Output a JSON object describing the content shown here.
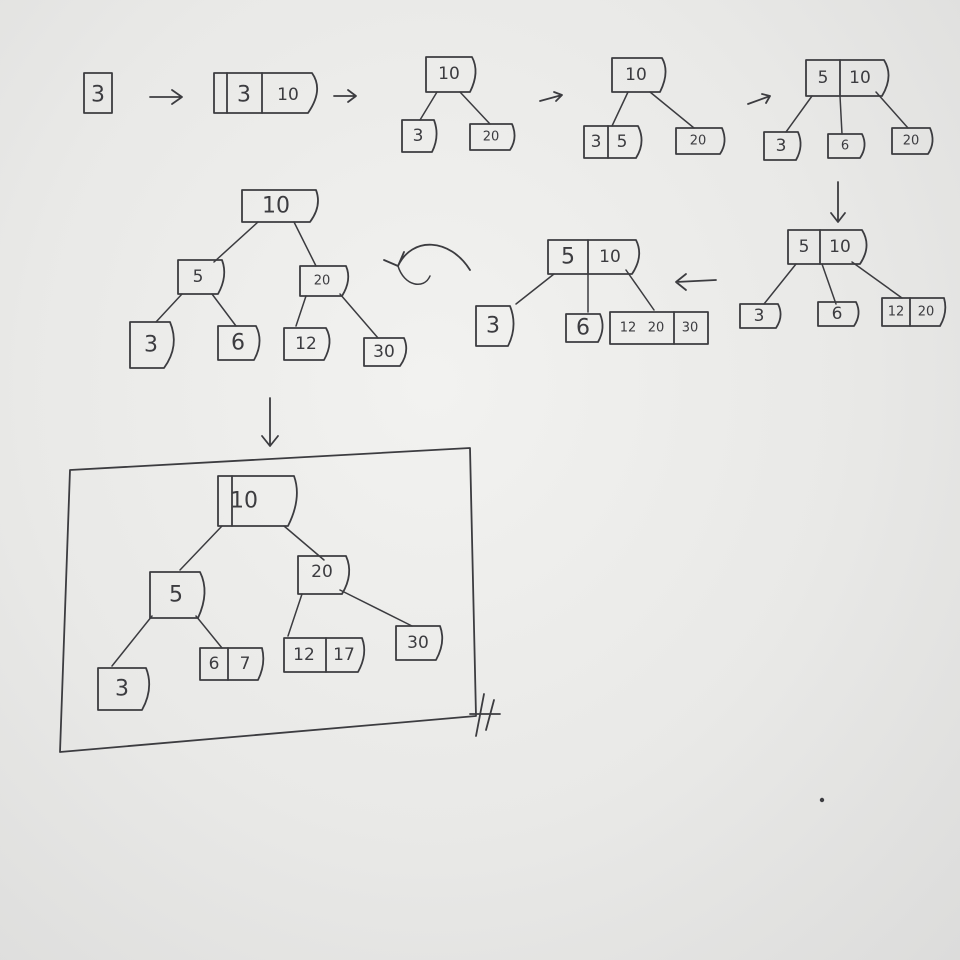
{
  "diagram": {
    "stages": [
      {
        "id": "s1",
        "nodes": [
          {
            "keys": [
              "3"
            ]
          }
        ]
      },
      {
        "id": "s2",
        "nodes": [
          {
            "keys": [
              "3",
              "10"
            ]
          }
        ]
      },
      {
        "id": "s3",
        "root": {
          "keys": [
            "10"
          ]
        },
        "children": [
          {
            "keys": [
              "3"
            ]
          },
          {
            "keys": [
              "20"
            ]
          }
        ]
      },
      {
        "id": "s4",
        "root": {
          "keys": [
            "10"
          ]
        },
        "children": [
          {
            "keys": [
              "3",
              "5"
            ]
          },
          {
            "keys": [
              "20"
            ]
          }
        ]
      },
      {
        "id": "s5",
        "root": {
          "keys": [
            "5",
            "10"
          ]
        },
        "children": [
          {
            "keys": [
              "3"
            ]
          },
          {
            "keys": [
              "6"
            ]
          },
          {
            "keys": [
              "20"
            ]
          }
        ]
      },
      {
        "id": "s6",
        "root": {
          "keys": [
            "5",
            "10"
          ]
        },
        "children": [
          {
            "keys": [
              "3"
            ]
          },
          {
            "keys": [
              "6"
            ]
          },
          {
            "keys": [
              "12",
              "20"
            ]
          }
        ]
      },
      {
        "id": "s7",
        "root": {
          "keys": [
            "5",
            "10"
          ]
        },
        "children": [
          {
            "keys": [
              "3"
            ]
          },
          {
            "keys": [
              "6"
            ]
          },
          {
            "keys": [
              "12",
              "20",
              "30"
            ]
          }
        ]
      },
      {
        "id": "s8",
        "root": {
          "keys": [
            "10"
          ]
        },
        "mid": [
          {
            "keys": [
              "5"
            ]
          },
          {
            "keys": [
              "20"
            ]
          }
        ],
        "leaves": [
          {
            "keys": [
              "3"
            ]
          },
          {
            "keys": [
              "6"
            ]
          },
          {
            "keys": [
              "12"
            ]
          },
          {
            "keys": [
              "30"
            ]
          }
        ]
      },
      {
        "id": "s9",
        "root": {
          "keys": [
            "10"
          ]
        },
        "mid": [
          {
            "keys": [
              "5"
            ]
          },
          {
            "keys": [
              "20"
            ]
          }
        ],
        "leaves": [
          {
            "keys": [
              "3"
            ]
          },
          {
            "keys": [
              "6",
              "7"
            ]
          },
          {
            "keys": [
              "12",
              "17"
            ]
          },
          {
            "keys": [
              "30"
            ]
          }
        ]
      }
    ],
    "ink_color": "#3c3c40",
    "paper_color": "#ebebe9"
  }
}
